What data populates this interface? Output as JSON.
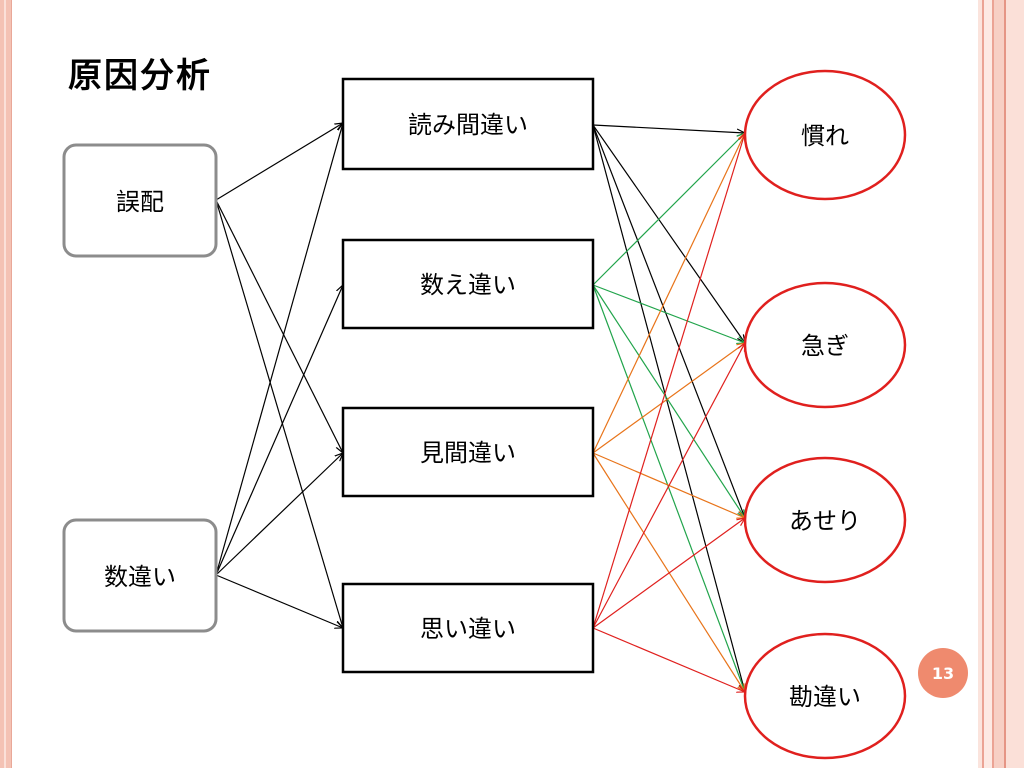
{
  "title": "原因分析",
  "page_number": "13",
  "colors": {
    "black": "#000000",
    "green": "#21a44b",
    "orange": "#e8741a",
    "red": "#e0201e",
    "circle_outline": "#e0201e",
    "badge": "#ef8a6e"
  },
  "nodes": {
    "left": [
      "誤配",
      "数違い"
    ],
    "middle": [
      "読み間違い",
      "数え違い",
      "見間違い",
      "思い違い"
    ],
    "right": [
      "慣れ",
      "急ぎ",
      "あせり",
      "勘違い"
    ]
  }
}
